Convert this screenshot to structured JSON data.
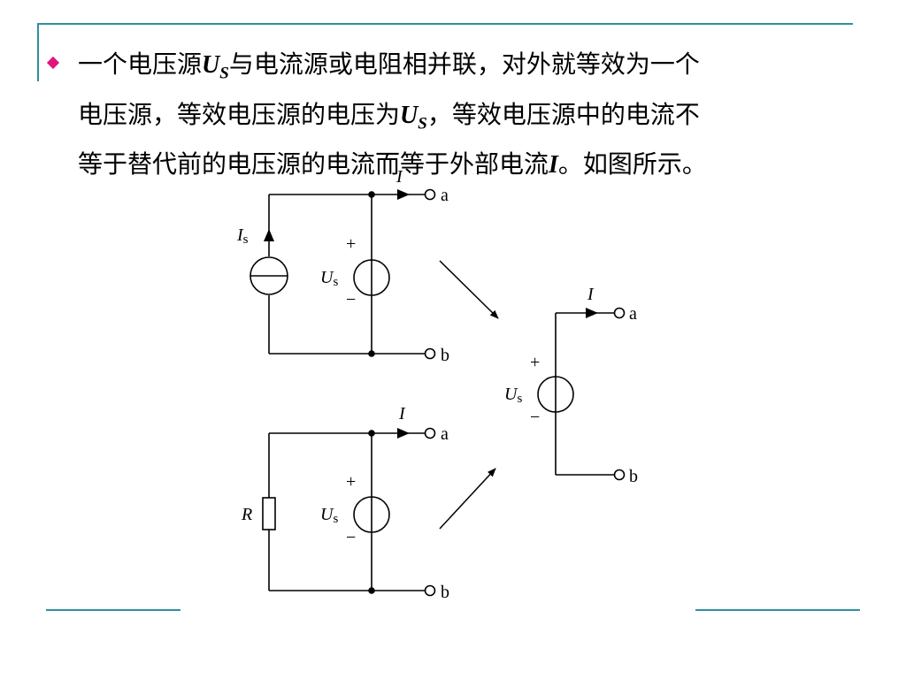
{
  "text": {
    "line1": {
      "pre": "一个电压源",
      "var": "U",
      "sub": "S",
      "post": "与电流源或电阻相并联，对外就等效为一个"
    },
    "line2": {
      "pre": "电压源，等效电压源的电压为",
      "var": "U",
      "sub": "S",
      "post": "，等效电压源中的电流不"
    },
    "line3": {
      "pre": "等于替代前的电压源的电流而等于外部电流",
      "var": "I",
      "post": "。如图所示。"
    }
  },
  "diagram": {
    "current_label": "I",
    "terminal_a": "a",
    "terminal_b": "b",
    "plus": "+",
    "minus": "−",
    "source_voltage": {
      "var": "U",
      "sub": "s"
    },
    "source_current": {
      "var": "I",
      "sub": "s"
    },
    "resistor": "R"
  },
  "colors": {
    "accent_line": "#2f8fa0",
    "bullet": "#e0147e"
  }
}
